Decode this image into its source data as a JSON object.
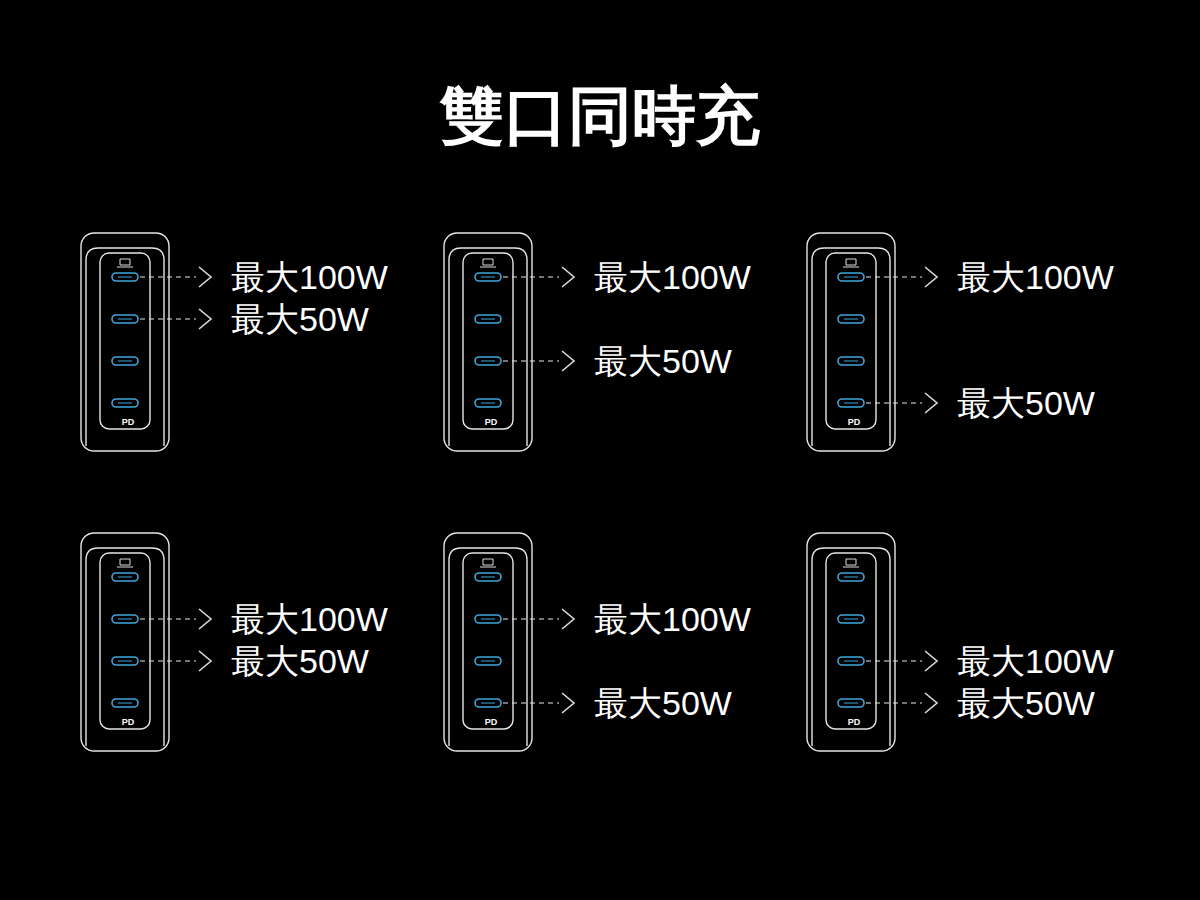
{
  "diagram": {
    "title": "雙口同時充",
    "nodes": [
      {
        "text": [
          "PD"
        ]
      },
      {
        "text": [
          "PD"
        ]
      },
      {
        "text": [
          "PD"
        ]
      },
      {
        "text": [
          "PD"
        ]
      },
      {
        "text": [
          "PD"
        ]
      },
      {
        "text": [
          "PD"
        ]
      }
    ],
    "labels": [
      "最大100W",
      "最大50W",
      "最大100W",
      "最大50W",
      "最大100W",
      "最大50W",
      "最大100W",
      "最大50W",
      "最大100W",
      "最大50W",
      "最大100W",
      "最大50W"
    ]
  }
}
